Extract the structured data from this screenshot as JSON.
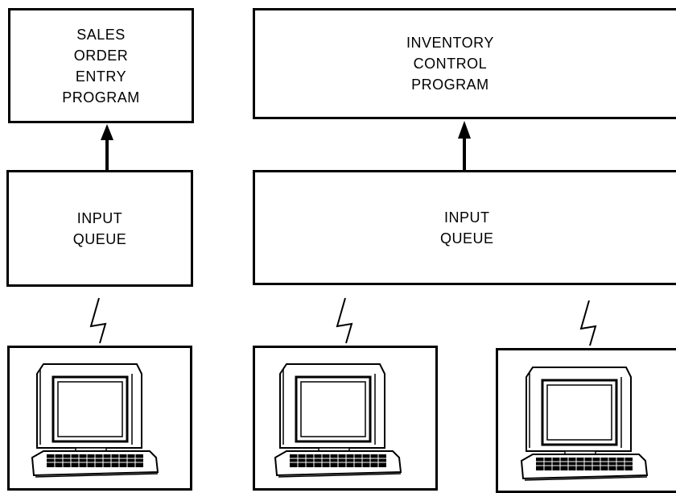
{
  "program_boxes": [
    {
      "lines": [
        "SALES",
        "ORDER",
        "ENTRY",
        "PROGRAM"
      ]
    },
    {
      "lines": [
        "INVENTORY",
        "CONTROL",
        "PROGRAM"
      ]
    }
  ],
  "queue_boxes": [
    {
      "lines": [
        "INPUT",
        "QUEUE"
      ]
    },
    {
      "lines": [
        "INPUT",
        "QUEUE"
      ]
    }
  ]
}
